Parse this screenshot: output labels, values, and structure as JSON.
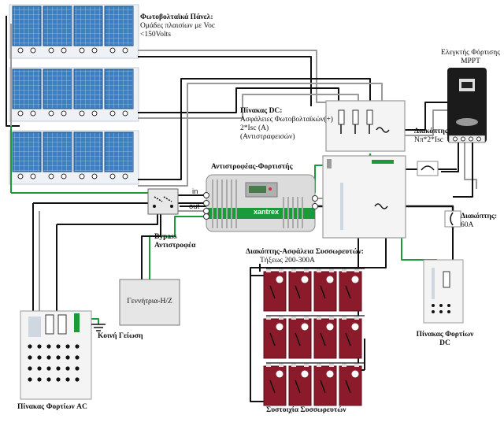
{
  "labels": {
    "pv_panel_title": "Φωτοβολταϊκά Πάνελ:",
    "pv_panel_line2": "Ομάδες πλαισίων με Voc",
    "pv_panel_line3": "<150Volts",
    "mppt_line1": "Ελεγκτής Φόρτισης",
    "mppt_line2": "MPPT",
    "dc_panel_line1": "Πίνακας DC:",
    "dc_panel_line2": "Ασφάλειες Φωτοβολταϊκών(+)",
    "dc_panel_line3": "2*Isc (A)",
    "dc_panel_line4": "(Αντιστραφεισών)",
    "breaker1_line1": "Διακόπτης:",
    "breaker1_line2": "Nπ*2*Isc",
    "inverter_title": "Αντιστροφέας-Φορτιστής",
    "inverter_brand": "xantrex",
    "inv_in": "in",
    "inv_out": "out",
    "breaker2_line1": "Διακόπτης:",
    "breaker2_line2": "60A",
    "bypass_line1": "Bypass",
    "bypass_line2": "Αντιστροφέα",
    "battery_fuse_line1": "Διακόπτης-Ασφάλεια Συσσωρευτών:",
    "battery_fuse_line2": "Τήξεως 200-300A",
    "generator": "Γεννήτρια-Η/Ζ",
    "common_ground": "Κοινή Γείωση",
    "ac_panel": "Πίνακας Φορτίων AC",
    "battery_bank": "Συστοιχία Συσσωρευτών",
    "dc_load_panel_line1": "Πίνακας Φορτίων",
    "dc_load_panel_line2": "DC"
  },
  "colors": {
    "panel_blue": "#3d7fc4",
    "panel_frame": "#e8eef5",
    "wire_green": "#1a9a3a",
    "battery_red": "#8b1a2b",
    "wire_black": "#111111",
    "wire_gray": "#9a9a9a"
  },
  "icons": [
    "solar-panel-icon",
    "charge-controller-icon",
    "inverter-icon",
    "breaker-icon",
    "fuse-icon",
    "battery-icon",
    "generator-icon",
    "ground-icon"
  ]
}
